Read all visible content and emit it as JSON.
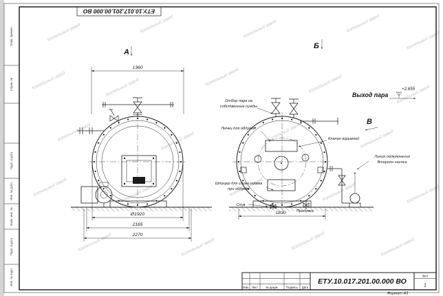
{
  "top_stamp": {
    "text": "ЕТУ.10.017.201.00.000  ВО"
  },
  "views": {
    "a": "А",
    "b": "Б",
    "v": "В"
  },
  "dims": {
    "d1360": "1360",
    "d1920": "Ø1920",
    "d2165": "2165",
    "d2270": "2270",
    "d1830": "1830"
  },
  "ann": {
    "steam_outlet": "Выход пара",
    "elevation": "+2,655",
    "own_needs_1": "Отбор пара на",
    "own_needs_2": "собственные нужды",
    "hatches": "Лючки для обдувки",
    "explosion_valve": "Клапан взрывной",
    "pump_line_1": "Линия подключения",
    "pump_line_2": "Второго насоса",
    "sludge_1": "Штуцер для слива шлама",
    "sludge_2": "при обдувке",
    "drain": "Слив",
    "blowdown": "Продувка"
  },
  "title_block": {
    "doc_number": "ЕТУ.10.017.201.00.000  ВО",
    "format": "Формат А3",
    "sheet_label": "Лист",
    "sheet_value": "1",
    "col_izm": "Изм.",
    "col_list": "Лист",
    "col_docnum": "№ докум.",
    "col_sign": "Подпись",
    "col_date": "Дата"
  },
  "margin_labels": {
    "l1": "Инв. № подл.",
    "l2": "Подп. и дата",
    "l3": "Взам. инв. №",
    "l4": "Инв. № дубл.",
    "l5": "Подп. и дата",
    "l6": "Справ. №",
    "l7": "Перв. примен."
  },
  "watermark": {
    "text": "Котельный завод"
  }
}
